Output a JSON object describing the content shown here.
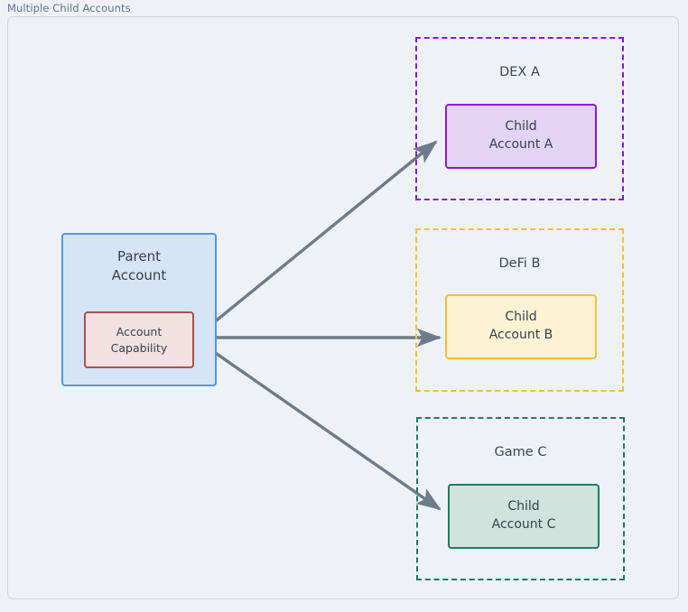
{
  "diagram": {
    "frame_title": "Multiple Child Accounts",
    "colors": {
      "canvas_background": "#eef2f6",
      "frame_border": "#ccd4de",
      "frame_title_text": "#657287",
      "node_text": "#36404b",
      "cluster_label_text": "#3d4852",
      "edge_stroke": "#6d7b8a",
      "parent_fill": "#d6e4f7",
      "parent_stroke": "#4a9ae8",
      "capability_fill": "#f3e1e1",
      "capability_stroke": "#ad4f4f",
      "dex_accent": "#8a19d2",
      "dex_fill": "#e2d4f4",
      "defi_accent": "#f2c035",
      "defi_fill": "#fdf2d4",
      "game_accent": "#1d7b66",
      "game_fill": "#cfe4dc"
    },
    "nodes": {
      "parent": {
        "line1": "Parent",
        "line2": "Account"
      },
      "capability": {
        "line1": "Account",
        "line2": "Capability"
      },
      "child_a": {
        "line1": "Child",
        "line2": "Account A"
      },
      "child_b": {
        "line1": "Child",
        "line2": "Account B"
      },
      "child_c": {
        "line1": "Child",
        "line2": "Account C"
      }
    },
    "clusters": [
      {
        "id": "dex",
        "label": "DEX A"
      },
      {
        "id": "defi",
        "label": "DeFi B"
      },
      {
        "id": "game",
        "label": "Game C"
      }
    ],
    "edges": [
      {
        "id": "cap-to-child-a",
        "from": "Account Capability",
        "to": "Child Account A",
        "style": "solid-arrow"
      },
      {
        "id": "cap-to-child-b",
        "from": "Account Capability",
        "to": "Child Account B",
        "style": "solid-arrow"
      },
      {
        "id": "cap-to-child-c",
        "from": "Account Capability",
        "to": "Child Account C",
        "style": "solid-arrow"
      }
    ]
  }
}
